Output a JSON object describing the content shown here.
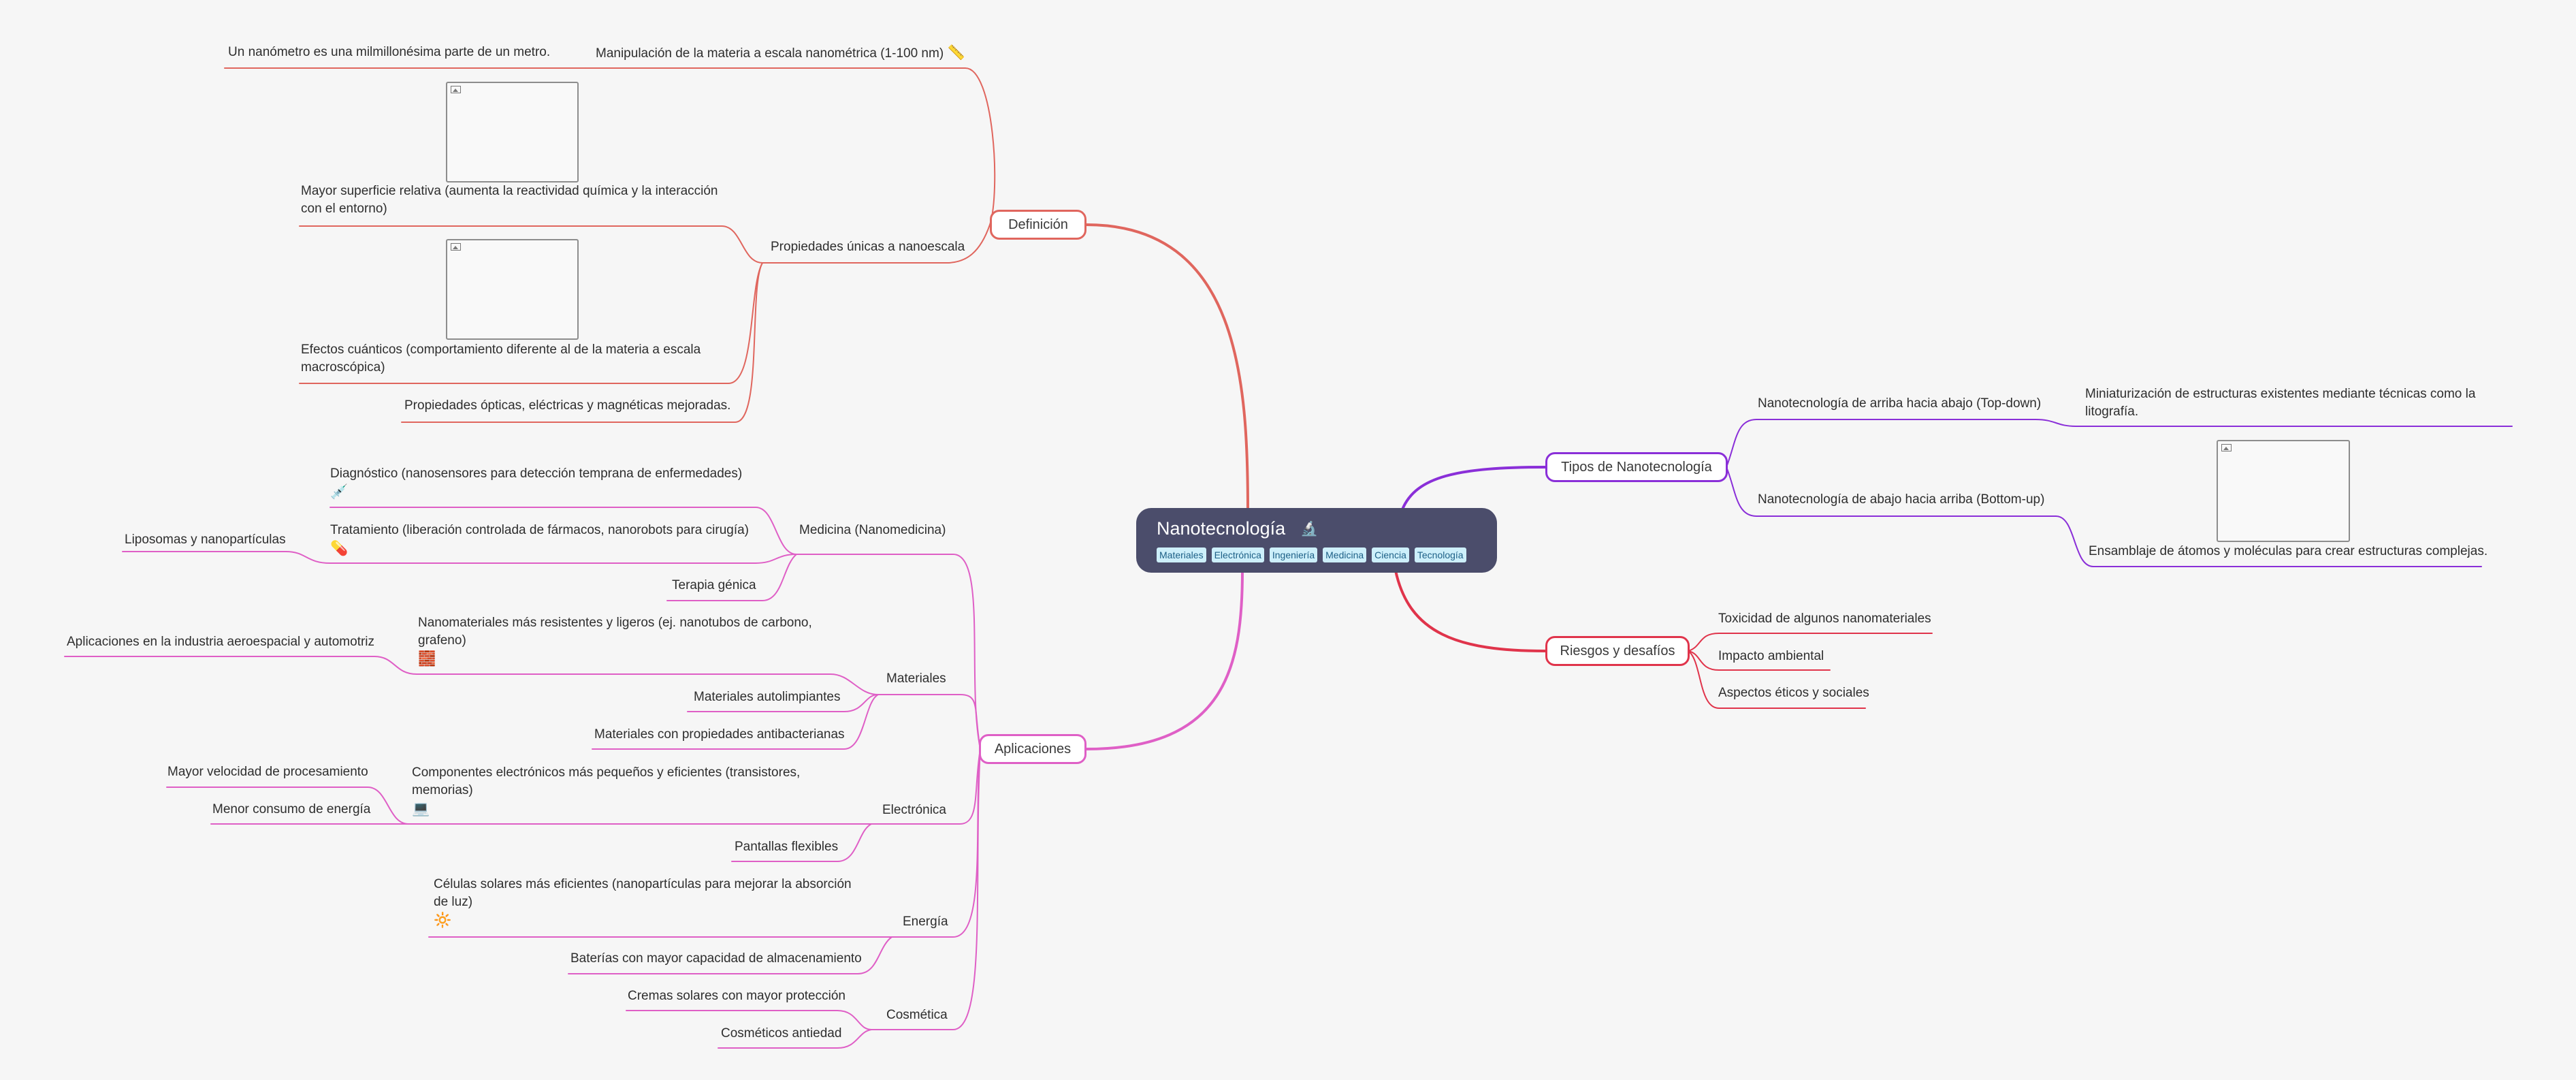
{
  "central": {
    "title": "Nanotecnología",
    "icon": "microscope-icon",
    "tags": [
      "Materiales",
      "Electrónica",
      "Ingeniería",
      "Medicina",
      "Ciencia",
      "Tecnología"
    ]
  },
  "definicion": {
    "label": "Definición",
    "manipulacion": "Manipulación de la materia a escala nanométrica (1-100 nm)",
    "manipulacion_icon": "ruler-icon",
    "nanometro": "Un nanómetro es una milmillonésima parte de un metro.",
    "propiedades": {
      "label": "Propiedades únicas a nanoescala",
      "superficie": "Mayor superficie relativa (aumenta la reactividad química y la interacción con el entorno)",
      "cuanticos": "Efectos cuánticos (comportamiento diferente al de la materia a escala macroscópica)",
      "opticas": "Propiedades ópticas, eléctricas y magnéticas mejoradas."
    }
  },
  "aplicaciones": {
    "label": "Aplicaciones",
    "medicina": {
      "label": "Medicina (Nanomedicina)",
      "diagnostico": "Diagnóstico (nanosensores para detección temprana de enfermedades)",
      "diagnostico_icon": "syringe-icon",
      "tratamiento": "Tratamiento (liberación controlada de fármacos, nanorobots para cirugía)",
      "tratamiento_icon": "pill-icon",
      "liposomas": "Liposomas y nanopartículas",
      "terapia": "Terapia génica"
    },
    "materiales": {
      "label": "Materiales",
      "resistentes": "Nanomateriales más resistentes y ligeros (ej. nanotubos de carbono, grafeno)",
      "resistentes_icon": "brick-icon",
      "aeroespacial": "Aplicaciones en la industria aeroespacial y automotriz",
      "autolimpiantes": "Materiales autolimpiantes",
      "antibacterianas": "Materiales con propiedades antibacterianas"
    },
    "electronica": {
      "label": "Electrónica",
      "componentes": "Componentes electrónicos más pequeños y eficientes (transistores, memorias)",
      "componentes_icon": "laptop-icon",
      "velocidad": "Mayor velocidad de procesamiento",
      "energia": "Menor consumo de energía",
      "pantallas": "Pantallas flexibles"
    },
    "energia": {
      "label": "Energía",
      "celulas": "Células solares más eficientes (nanopartículas para mejorar la absorción de luz)",
      "celulas_icon": "sun-icon",
      "baterias": "Baterías con mayor capacidad de almacenamiento"
    },
    "cosmetica": {
      "label": "Cosmética",
      "cremas": "Cremas solares con mayor protección",
      "antiedad": "Cosméticos antiedad"
    }
  },
  "tipos": {
    "label": "Tipos de Nanotecnología",
    "topdown": "Nanotecnología de arriba hacia abajo (Top-down)",
    "topdown_desc": "Miniaturización de estructuras existentes mediante técnicas como la litografía.",
    "bottomup": "Nanotecnología de abajo hacia arriba (Bottom-up)",
    "bottomup_desc": "Ensamblaje de átomos y moléculas para crear estructuras complejas."
  },
  "riesgos": {
    "label": "Riesgos y desafíos",
    "toxicidad": "Toxicidad de algunos nanomateriales",
    "impacto": "Impacto ambiental",
    "eticos": "Aspectos éticos y sociales"
  },
  "colors": {
    "definicion": "#e0665e",
    "aplicaciones": "#df5fc6",
    "tipos": "#8a2fd8",
    "riesgos": "#e0344b",
    "central": "#4b4d6b",
    "tag_bg": "#cdeffa"
  }
}
